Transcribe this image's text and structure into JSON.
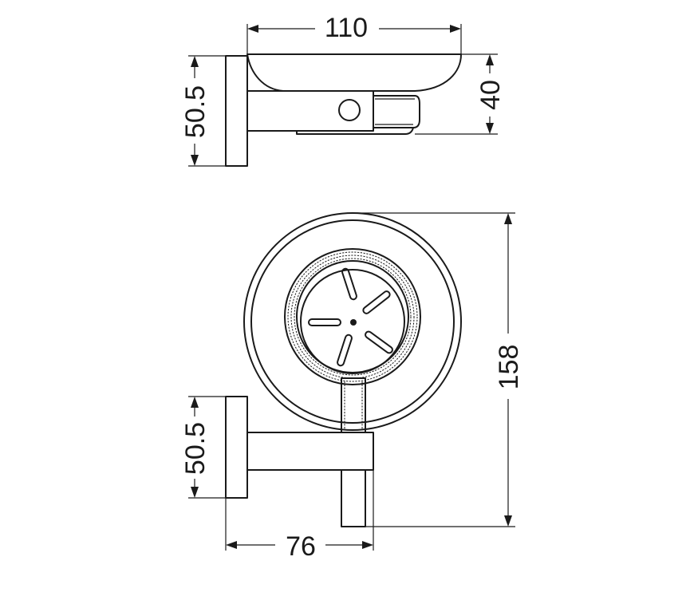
{
  "dimensions": {
    "top_width": "110",
    "top_height": "40",
    "top_projection": "50.5",
    "front_height": "158",
    "front_projection": "50.5",
    "front_width": "76"
  }
}
